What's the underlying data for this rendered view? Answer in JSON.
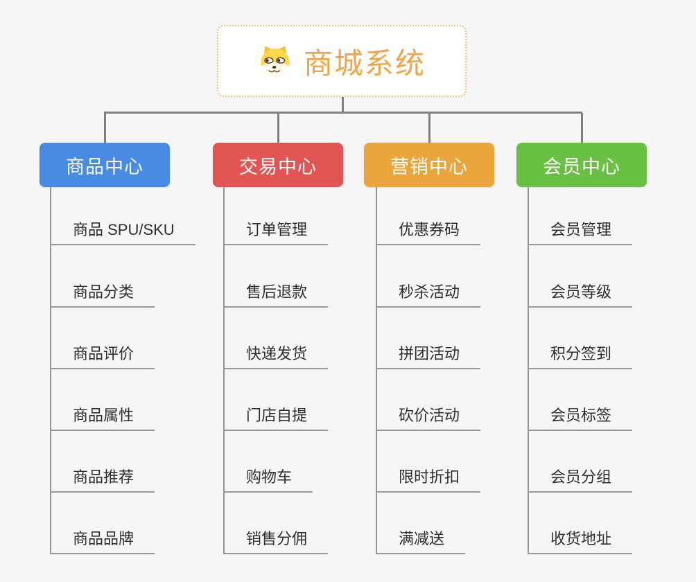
{
  "root": {
    "title": "商城系统",
    "icon": "dog-face-icon"
  },
  "colors": {
    "background": "#f6f6f6",
    "root_border": "#f2bf72",
    "root_text": "#f0a648",
    "connector": "#7f7f7f",
    "trunk_line": "#949494",
    "leaf_underline": "#999999",
    "leaf_text": "#2e2e2e",
    "branch_text": "#ffffff"
  },
  "branches": [
    {
      "name": "product-center",
      "label": "商品中心",
      "color": "#478be4",
      "items": [
        "商品 SPU/SKU",
        "商品分类",
        "商品评价",
        "商品属性",
        "商品推荐",
        "商品品牌"
      ]
    },
    {
      "name": "trade-center",
      "label": "交易中心",
      "color": "#e25552",
      "items": [
        "订单管理",
        "售后退款",
        "快递发货",
        "门店自提",
        "购物车",
        "销售分佣"
      ]
    },
    {
      "name": "marketing-center",
      "label": "营销中心",
      "color": "#eaa63c",
      "items": [
        "优惠券码",
        "秒杀活动",
        "拼团活动",
        "砍价活动",
        "限时折扣",
        "满减送"
      ]
    },
    {
      "name": "member-center",
      "label": "会员中心",
      "color": "#69c043",
      "items": [
        "会员管理",
        "会员等级",
        "积分签到",
        "会员标签",
        "会员分组",
        "收货地址"
      ]
    }
  ]
}
